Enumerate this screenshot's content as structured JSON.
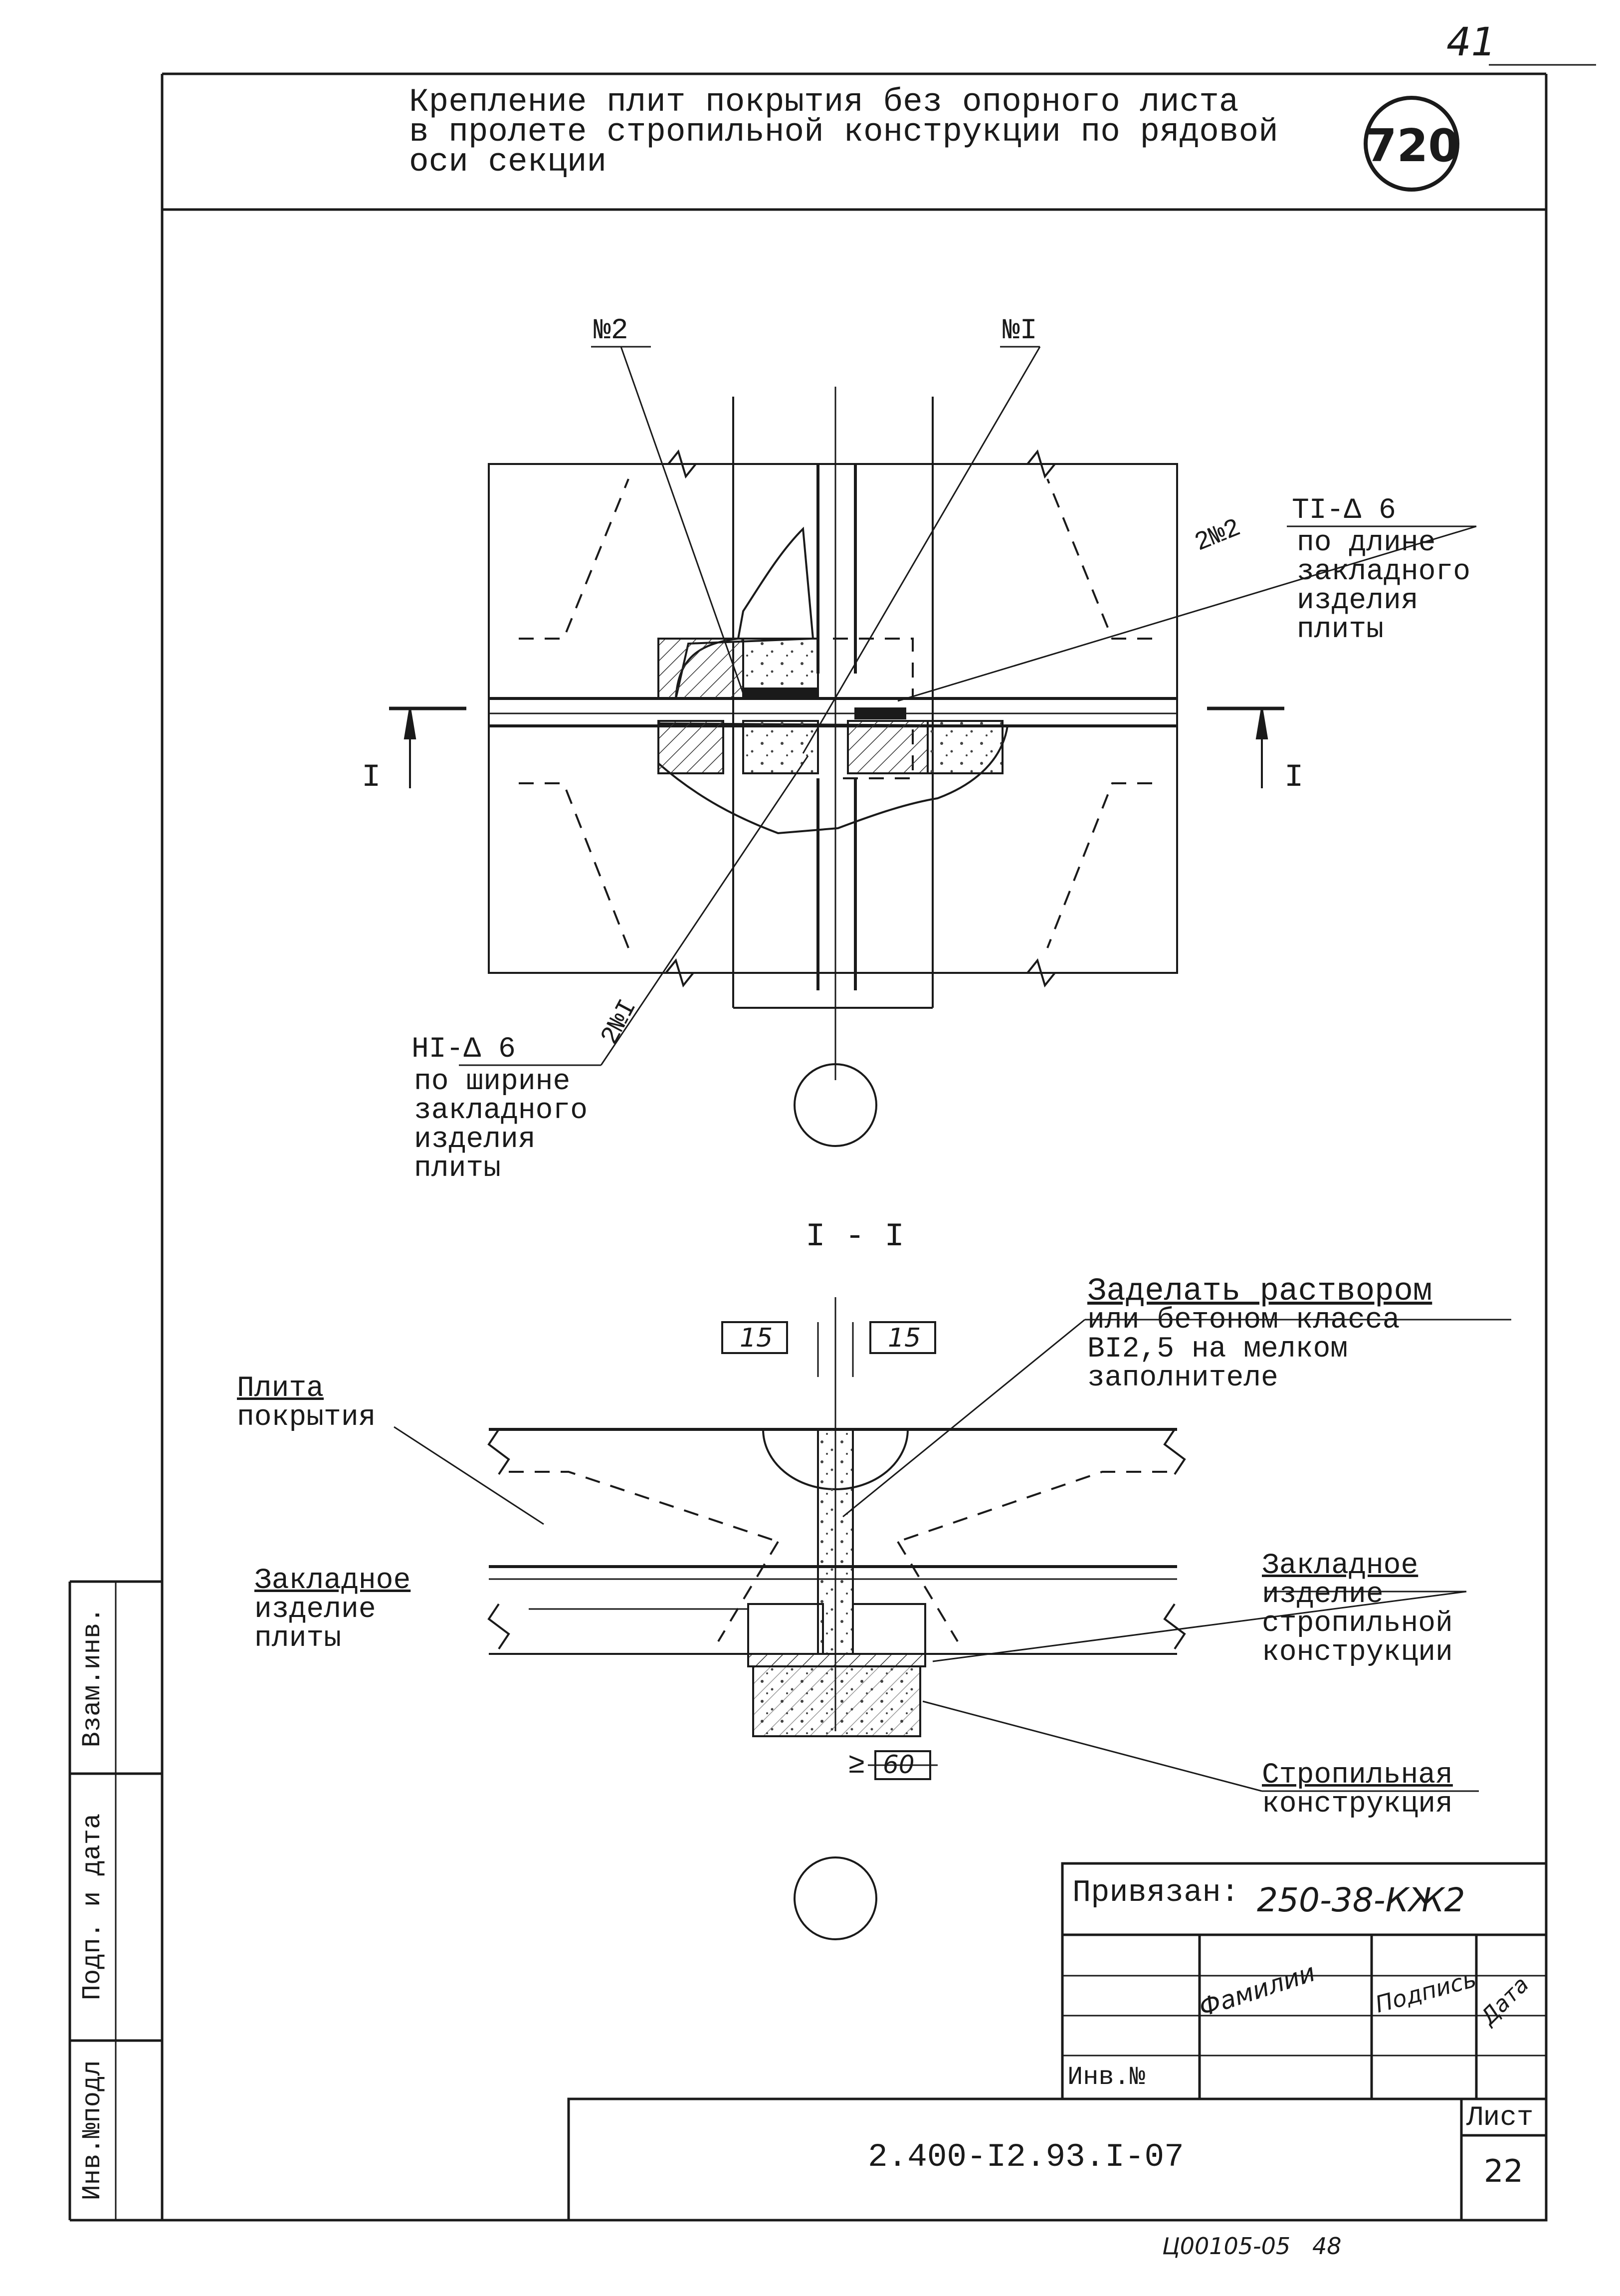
{
  "page_number_corner": "41",
  "header": {
    "title_lines": [
      "Крепление плит покрытия без опорного листа",
      "в пролете стропильной конструкции по рядовой",
      "оси секции"
    ],
    "badge": "720"
  },
  "plan_view": {
    "callout_n2": "№2",
    "callout_n1": "№I",
    "weld_top_ref": "2№2",
    "weld_top_code": "TI-Δ 6",
    "weld_top_note_lines": [
      "по длине",
      "закладного",
      "изделия",
      "плиты"
    ],
    "weld_bottom_ref": "2№I",
    "weld_bottom_code": "HI-Δ 6",
    "weld_bottom_note_lines": [
      "по ширине",
      "закладного",
      "изделия",
      "плиты"
    ],
    "section_mark_left": "I",
    "section_mark_right": "I"
  },
  "section_view": {
    "title": "I - I",
    "dim_left": "15",
    "dim_right": "15",
    "dim_bottom": "60",
    "dim_bottom_prefix": "≥",
    "grout_note_lines": [
      "Заделать раствором",
      "или бетоном класса",
      "BI2,5 на мелком",
      "заполнителе"
    ],
    "plate_label_lines": [
      "Плита",
      "покрытия"
    ],
    "embed_plate_lines": [
      "Закладное",
      "изделие",
      "плиты"
    ],
    "embed_truss_lines": [
      "Закладное",
      "изделие",
      "стропильной",
      "конструкции"
    ],
    "truss_label_lines": [
      "Стропильная",
      "конструкция"
    ]
  },
  "stamp": {
    "privyazan_label": "Привязан:",
    "privyazan_value": "250-38-КЖ2",
    "familii": "Фамилии",
    "podpis": "Подпись",
    "data": "Дата",
    "inv_no": "Инв.№"
  },
  "left_strip": {
    "vzam_inv": "Взам.инв.",
    "podp_data": "Подп. и дата",
    "inv_podl": "Инв.№подл"
  },
  "title_block": {
    "code": "2.400-I2.93.I-07",
    "list_label": "Лист",
    "list_number": "22"
  },
  "footer_note": "Ц00105-05   48"
}
